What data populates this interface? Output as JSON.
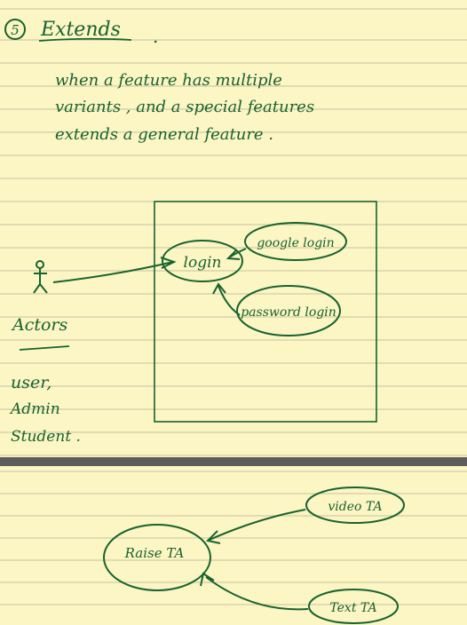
{
  "page1": {
    "number": "5",
    "heading": "Extends",
    "heading_dot": ".",
    "note_lines": [
      "when   a  feature    has  multiple",
      "variants    , and  a    special   features",
      "extends    a    general    feature ."
    ],
    "actors_label": "Actors",
    "actor_list": [
      "user,",
      "Admin",
      "Student ."
    ]
  },
  "diagram1": {
    "base_use_case": "login",
    "extensions": [
      "google login",
      "password login"
    ]
  },
  "page2": {
    "base_use_case": "Raise TA",
    "extensions": [
      "video TA",
      "Text TA"
    ]
  },
  "colors": {
    "paper": "#fcf5c4",
    "rule_line": "#c9c3a0",
    "ink": "#17632f",
    "page_divider": "#5c5c5c"
  }
}
